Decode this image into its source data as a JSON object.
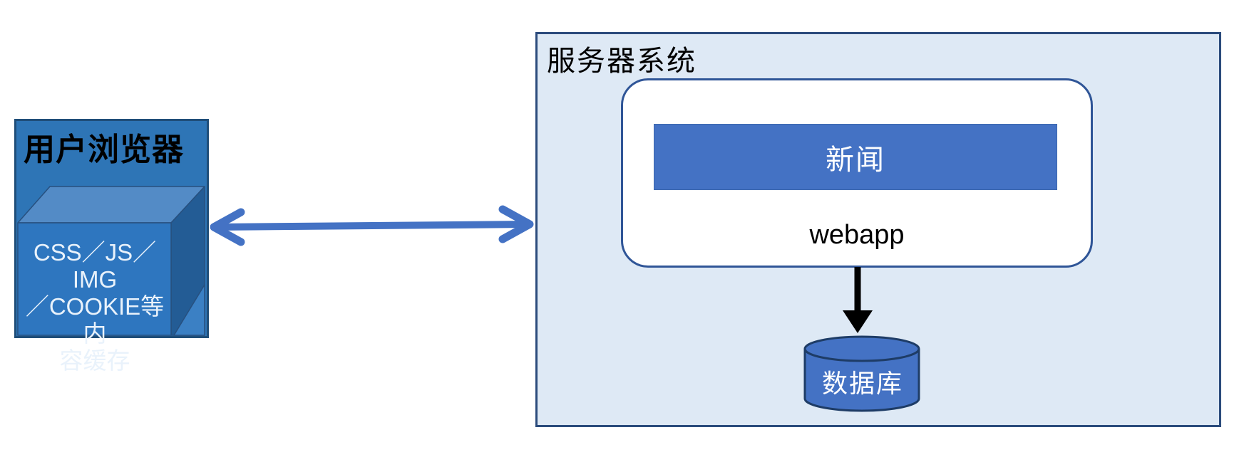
{
  "diagram": {
    "browser_box": {
      "title": "用户浏览器",
      "cache_cube": {
        "lines": [
          "CSS／JS／IMG",
          "／COOKIE等内",
          "容缓存"
        ]
      }
    },
    "server_box": {
      "title": "服务器系统",
      "webapp": {
        "module_label": "新闻",
        "label": "webapp"
      },
      "database_label": "数据库"
    },
    "colors": {
      "browser_box_fill": "#2E75B6",
      "browser_box_border": "#1F4E79",
      "cube_front_fill": "#2E76BF",
      "cube_top_fill": "#538BC6",
      "cube_side_fill": "#235C95",
      "cube_highlight_fill": "#3B80C4",
      "server_box_fill": "#DEE9F5",
      "server_box_border": "#2B4B7C",
      "webapp_box_border": "#2F5597",
      "accent_blue": "#4472C4",
      "db_outline": "#1E3C66",
      "down_arrow": "#000000"
    }
  }
}
